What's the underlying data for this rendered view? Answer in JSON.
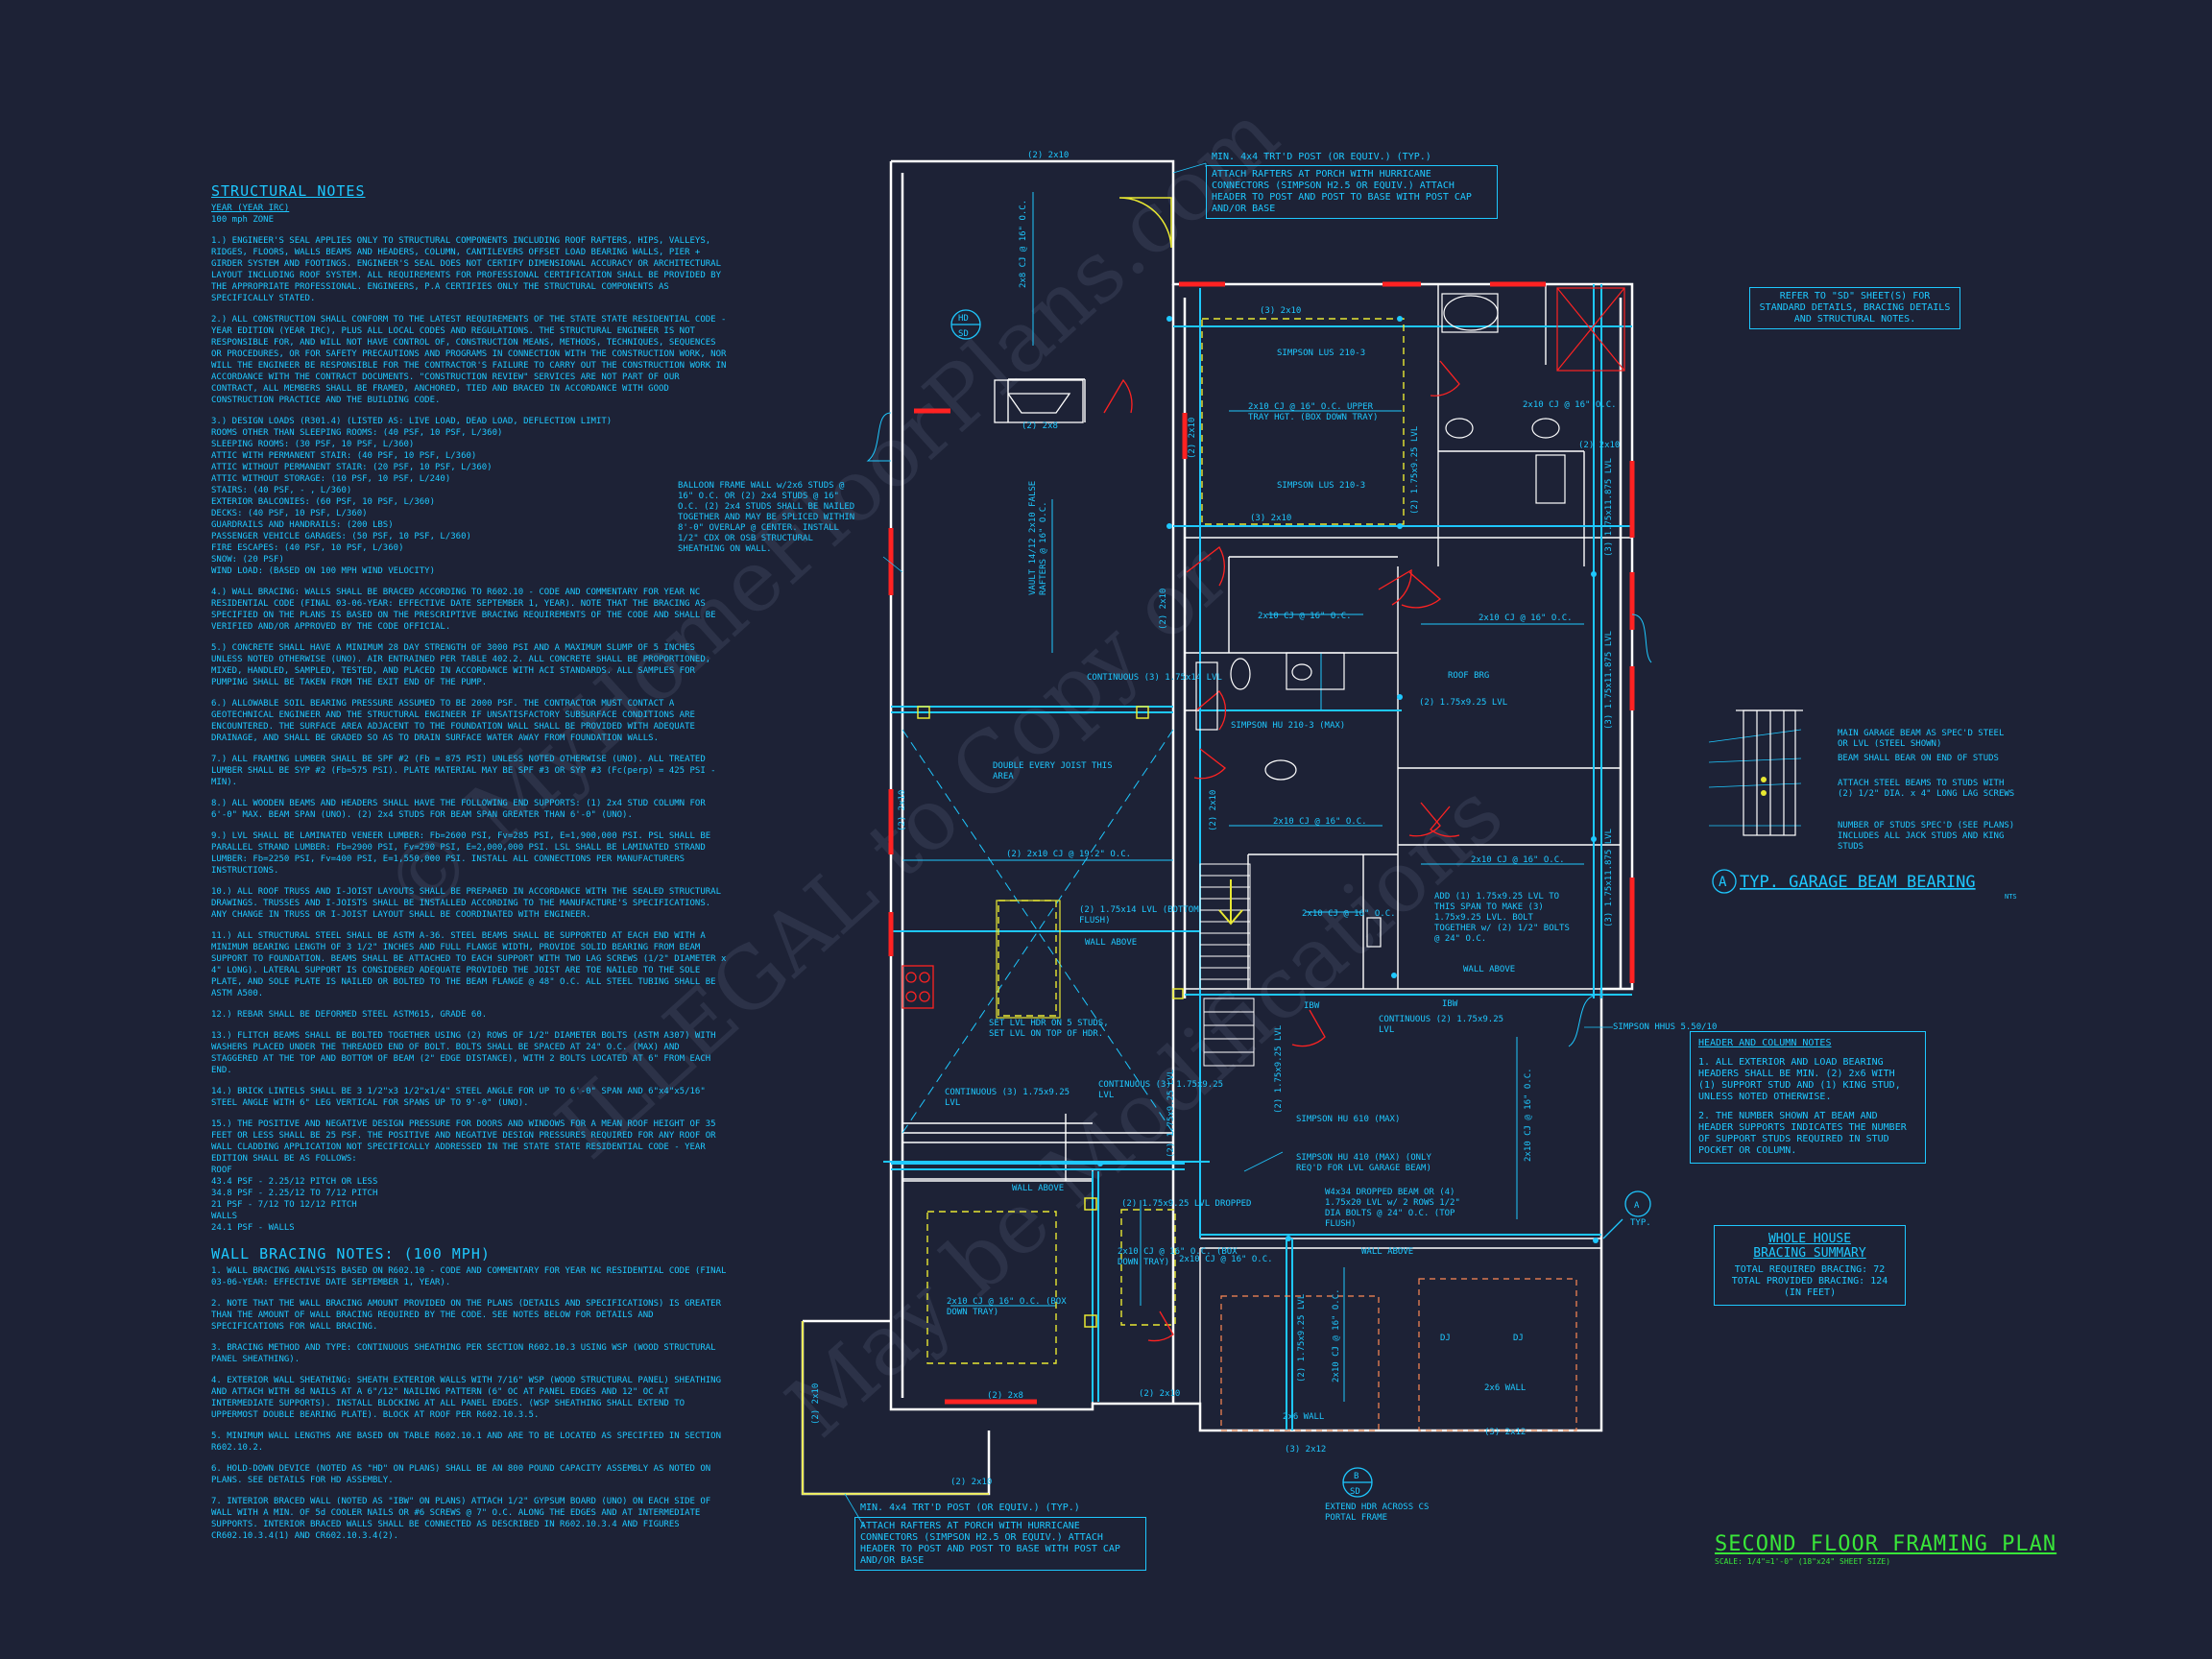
{
  "structural_notes": {
    "title": "STRUCTURAL NOTES",
    "sub1": "YEAR (YEAR IRC)",
    "sub2": "100 mph ZONE",
    "items": [
      "1.) ENGINEER'S SEAL APPLIES ONLY TO STRUCTURAL COMPONENTS INCLUDING ROOF RAFTERS, HIPS, VALLEYS, RIDGES, FLOORS, WALLS BEAMS AND HEADERS, COLUMN, CANTILEVERS OFFSET LOAD BEARING WALLS, PIER + GIRDER SYSTEM AND FOOTINGS. ENGINEER'S SEAL DOES NOT CERTIFY DIMENSIONAL ACCURACY OR ARCHITECTURAL LAYOUT INCLUDING ROOF SYSTEM. ALL REQUIREMENTS FOR PROFESSIONAL CERTIFICATION SHALL BE PROVIDED BY THE APPROPRIATE PROFESSIONAL. ENGINEERS, P.A CERTIFIES ONLY THE STRUCTURAL COMPONENTS AS SPECIFICALLY STATED.",
      "2.) ALL CONSTRUCTION SHALL CONFORM TO THE LATEST REQUIREMENTS OF THE STATE STATE RESIDENTIAL CODE - YEAR EDITION (YEAR IRC), PLUS ALL LOCAL CODES AND REGULATIONS. THE STRUCTURAL ENGINEER IS NOT RESPONSIBLE FOR, AND WILL NOT HAVE CONTROL OF, CONSTRUCTION MEANS, METHODS, TECHNIQUES, SEQUENCES OR PROCEDURES, OR FOR SAFETY PRECAUTIONS AND PROGRAMS IN CONNECTION WITH THE CONSTRUCTION WORK, NOR WILL THE ENGINEER BE RESPONSIBLE FOR THE CONTRACTOR'S FAILURE TO CARRY OUT THE CONSTRUCTION WORK IN ACCORDANCE WITH THE CONTRACT DOCUMENTS. \"CONSTRUCTION REVIEW\" SERVICES ARE NOT PART OF OUR CONTRACT, ALL MEMBERS SHALL BE FRAMED, ANCHORED, TIED AND BRACED IN ACCORDANCE WITH GOOD CONSTRUCTION PRACTICE AND THE BUILDING CODE.",
      "3.) DESIGN LOADS (R301.4) (LISTED AS: LIVE LOAD, DEAD LOAD, DEFLECTION LIMIT)",
      "4.) WALL BRACING: WALLS SHALL BE BRACED ACCORDING TO R602.10 - CODE AND COMMENTARY FOR YEAR NC RESIDENTIAL CODE (FINAL 03-06-YEAR: EFFECTIVE DATE SEPTEMBER 1, YEAR). NOTE THAT THE BRACING AS SPECIFIED ON THE PLANS IS BASED ON THE PRESCRIPTIVE BRACING REQUIREMENTS OF THE CODE AND SHALL BE VERIFIED AND/OR APPROVED BY THE CODE OFFICIAL.",
      "5.) CONCRETE SHALL HAVE A MINIMUM 28 DAY STRENGTH OF 3000 PSI AND A MAXIMUM SLUMP OF 5 INCHES UNLESS NOTED OTHERWISE (UNO). AIR ENTRAINED PER TABLE 402.2. ALL CONCRETE SHALL BE PROPORTIONED, MIXED, HANDLED, SAMPLED, TESTED, AND PLACED IN ACCORDANCE WITH ACI STANDARDS. ALL SAMPLES FOR PUMPING SHALL BE TAKEN FROM THE EXIT END OF THE PUMP.",
      "6.) ALLOWABLE SOIL BEARING PRESSURE ASSUMED TO BE 2000 PSF. THE CONTRACTOR MUST CONTACT A GEOTECHNICAL ENGINEER AND THE STRUCTURAL ENGINEER IF UNSATISFACTORY SUBSURFACE CONDITIONS ARE ENCOUNTERED. THE SURFACE AREA ADJACENT TO THE FOUNDATION WALL SHALL BE PROVIDED WITH ADEQUATE DRAINAGE, AND SHALL BE GRADED SO AS TO DRAIN SURFACE WATER AWAY FROM FOUNDATION WALLS.",
      "7.) ALL FRAMING LUMBER SHALL BE SPF #2 (Fb = 875 PSI) UNLESS NOTED OTHERWISE (UNO). ALL TREATED LUMBER SHALL BE SYP #2 (Fb=575 PSI). PLATE MATERIAL MAY BE SPF #3 OR SYP #3 (Fc(perp) = 425 PSI - MIN).",
      "8.) ALL WOODEN BEAMS AND HEADERS SHALL HAVE THE FOLLOWING END SUPPORTS: (1) 2x4 STUD COLUMN FOR 6'-0\" MAX. BEAM SPAN (UNO). (2) 2x4 STUDS FOR BEAM SPAN GREATER THAN 6'-0\" (UNO).",
      "9.) LVL SHALL BE LAMINATED VENEER LUMBER: Fb=2600 PSI, Fv=285 PSI, E=1,900,000 PSI. PSL SHALL BE PARALLEL STRAND LUMBER: Fb=2900 PSI, Fv=290 PSI, E=2,000,000 PSI. LSL SHALL BE LAMINATED STRAND LUMBER: Fb=2250 PSI, Fv=400 PSI, E=1,550,000 PSI. INSTALL ALL CONNECTIONS PER MANUFACTURERS INSTRUCTIONS.",
      "10.) ALL ROOF TRUSS AND I-JOIST LAYOUTS SHALL BE PREPARED IN ACCORDANCE WITH THE SEALED STRUCTURAL DRAWINGS. TRUSSES AND I-JOISTS SHALL BE INSTALLED ACCORDING TO THE MANUFACTURE'S SPECIFICATIONS. ANY CHANGE IN TRUSS OR I-JOIST LAYOUT SHALL BE COORDINATED WITH ENGINEER.",
      "11.) ALL STRUCTURAL STEEL SHALL BE ASTM A-36. STEEL BEAMS SHALL BE SUPPORTED AT EACH END WITH A MINIMUM BEARING LENGTH OF 3 1/2\" INCHES AND FULL FLANGE WIDTH, PROVIDE SOLID BEARING FROM BEAM SUPPORT TO FOUNDATION. BEAMS SHALL BE ATTACHED TO EACH SUPPORT WITH TWO LAG SCREWS (1/2\" DIAMETER x 4\" LONG). LATERAL SUPPORT IS CONSIDERED ADEQUATE PROVIDED THE JOIST ARE TOE NAILED TO THE SOLE PLATE, AND SOLE PLATE IS NAILED OR BOLTED TO THE BEAM FLANGE @ 48\" O.C. ALL STEEL TUBING SHALL BE ASTM A500.",
      "12.) REBAR SHALL BE DEFORMED STEEL ASTM615, GRADE 60.",
      "13.) FLITCH BEAMS SHALL BE BOLTED TOGETHER USING (2) ROWS OF 1/2\" DIAMETER BOLTS (ASTM A307) WITH WASHERS PLACED UNDER THE THREADED END OF BOLT. BOLTS SHALL BE SPACED AT 24\" O.C. (MAX) AND STAGGERED AT THE TOP AND BOTTOM OF BEAM (2\" EDGE DISTANCE), WITH 2 BOLTS LOCATED AT 6\" FROM EACH END.",
      "14.) BRICK LINTELS SHALL BE 3 1/2\"x3 1/2\"x1/4\" STEEL ANGLE FOR UP TO 6'-0\" SPAN AND 6\"x4\"x5/16\" STEEL ANGLE WITH 6\" LEG VERTICAL FOR SPANS UP TO 9'-0\" (UNO).",
      "15.) THE POSITIVE AND NEGATIVE DESIGN PRESSURE FOR DOORS AND WINDOWS FOR A MEAN ROOF HEIGHT OF 35 FEET OR LESS SHALL BE 25 PSF. THE POSITIVE AND NEGATIVE DESIGN PRESSURES REQUIRED FOR ANY ROOF OR WALL CLADDING APPLICATION NOT SPECIFICALLY ADDRESSED IN THE STATE STATE RESIDENTIAL CODE - YEAR EDITION SHALL BE AS FOLLOWS:"
    ],
    "loads": [
      "ROOMS OTHER THAN SLEEPING ROOMS: (40 PSF, 10 PSF, L/360)",
      "SLEEPING ROOMS: (30 PSF, 10 PSF, L/360)",
      "ATTIC WITH PERMANENT STAIR: (40 PSF, 10 PSF, L/360)",
      "ATTIC WITHOUT PERMANENT STAIR: (20 PSF, 10 PSF, L/360)",
      "ATTIC WITHOUT STORAGE: (10 PSF, 10 PSF, L/240)",
      "STAIRS: (40 PSF, - , L/360)",
      "EXTERIOR BALCONIES: (60 PSF, 10 PSF, L/360)",
      "DECKS: (40 PSF, 10 PSF, L/360)",
      "GUARDRAILS AND HANDRAILS: (200 LBS)",
      "PASSENGER VEHICLE GARAGES: (50 PSF, 10 PSF, L/360)",
      "FIRE ESCAPES: (40 PSF, 10 PSF, L/360)",
      "SNOW: (20 PSF)",
      "WIND LOAD: (BASED ON 100 MPH WIND VELOCITY)"
    ],
    "pressures": [
      "ROOF",
      "43.4 PSF - 2.25/12 PITCH OR LESS",
      "34.8 PSF - 2.25/12 TO 7/12 PITCH",
      "21 PSF - 7/12 TO 12/12 PITCH",
      "WALLS",
      "24.1 PSF - WALLS"
    ]
  },
  "wall_bracing_notes": {
    "title": "WALL BRACING NOTES: (100 MPH)",
    "items": [
      "1. WALL BRACING ANALYSIS BASED ON R602.10 - CODE AND COMMENTARY FOR YEAR NC RESIDENTIAL CODE (FINAL 03-06-YEAR: EFFECTIVE DATE SEPTEMBER 1, YEAR).",
      "2. NOTE THAT THE WALL BRACING AMOUNT PROVIDED ON THE PLANS (DETAILS AND SPECIFICATIONS) IS GREATER THAN THE AMOUNT OF WALL BRACING REQUIRED BY THE CODE. SEE NOTES BELOW FOR DETAILS AND SPECIFICATIONS FOR WALL BRACING.",
      "3. BRACING METHOD AND TYPE: CONTINUOUS SHEATHING PER SECTION R602.10.3 USING WSP (WOOD STRUCTURAL PANEL SHEATHING).",
      "4. EXTERIOR WALL SHEATHING: SHEATH EXTERIOR WALLS WITH 7/16\" WSP (WOOD STRUCTURAL PANEL) SHEATHING AND ATTACH WITH 8d NAILS AT A 6\"/12\" NAILING PATTERN (6\" OC AT PANEL EDGES AND 12\" OC AT INTERMEDIATE SUPPORTS). INSTALL BLOCKING AT ALL PANEL EDGES. (WSP SHEATHING SHALL EXTEND TO UPPERMOST DOUBLE BEARING PLATE). BLOCK AT ROOF PER R602.10.3.5.",
      "5. MINIMUM WALL LENGTHS ARE BASED ON TABLE R602.10.1 AND ARE TO BE LOCATED AS SPECIFIED IN SECTION R602.10.2.",
      "6. HOLD-DOWN DEVICE (NOTED AS \"HD\" ON PLANS) SHALL BE AN 800 POUND CAPACITY ASSEMBLY AS NOTED ON PLANS. SEE DETAILS FOR HD ASSEMBLY.",
      "7. INTERIOR BRACED WALL (NOTED AS \"IBW\" ON PLANS) ATTACH 1/2\" GYPSUM BOARD (UNO) ON EACH SIDE OF WALL WITH A MIN. OF 5d COOLER NAILS OR #6 SCREWS @ 7\" O.C. ALONG THE EDGES AND AT INTERMEDIATE SUPPORTS. INTERIOR BRACED WALLS SHALL BE CONNECTED AS DESCRIBED IN R602.10.3.4 AND FIGURES CR602.10.3.4(1) AND CR602.10.3.4(2)."
    ]
  },
  "callouts": {
    "post_top": "MIN. 4x4 TRT'D POST (OR EQUIV.) (TYP.)",
    "post_top_box": "ATTACH RAFTERS AT PORCH WITH HURRICANE CONNECTORS (SIMPSON H2.5 OR EQUIV.) ATTACH HEADER TO POST AND POST TO BASE WITH POST CAP AND/OR BASE",
    "post_bottom": "MIN. 4x4 TRT'D POST (OR EQUIV.) (TYP.)",
    "post_bottom_box": "ATTACH RAFTERS AT PORCH WITH HURRICANE CONNECTORS (SIMPSON H2.5 OR EQUIV.) ATTACH HEADER TO POST AND POST TO BASE WITH POST CAP AND/OR BASE",
    "refer_box": "REFER TO \"SD\" SHEET(S) FOR STANDARD DETAILS, BRACING DETAILS AND STRUCTURAL NOTES.",
    "balloon": "BALLOON FRAME WALL w/2x6 STUDS @ 16\" O.C. OR (2) 2x4 STUDS @ 16\" O.C. (2) 2x4 STUDS SHALL BE NAILED TOGETHER AND MAY BE SPLICED WITHIN 8'-0\" OVERLAP @ CENTER. INSTALL 1/2\" CDX OR OSB STRUCTURAL SHEATHING ON WALL."
  },
  "plan_labels": {
    "top_2x10": "(2) 2x10",
    "cj_2x8": "2x8 CJ @ 16\" O.C.",
    "hd": "HD",
    "sd": "SD",
    "vault": "VAULT 14/12 2x10 FALSE RAFTERS @ 16\" O.C.",
    "hdr_2x8": "(2) 2x8",
    "beam_3_2x10": "(3) 2x10",
    "simpson_lus_top": "SIMPSON LUS 210-3",
    "upper_tray": "2x10 CJ @ 16\" O.C. UPPER TRAY HGT. (BOX DOWN TRAY)",
    "simpson_lus_bot": "SIMPSON LUS 210-3",
    "beam_3_2x10_b": "(3) 2x10",
    "cj_2x10_a": "2x10 CJ @ 16\" O.C.",
    "cj_2x10_b": "2x10 CJ @ 16\" O.C.",
    "cj_2x10_c": "2x10 CJ @ 16\" O.C.",
    "roof_brg": "ROOF BRG",
    "lvl_2_175": "(2) 1.75x9.25 LVL",
    "continuous_a": "CONTINUOUS (3) 1.75x14 LVL",
    "simpson_hu": "SIMPSON HU 210-3 (MAX)",
    "double_joist": "DOUBLE EVERY JOIST THIS AREA",
    "cj_2x10_d": "(2) 2x10 CJ @ 19.2\" O.C.",
    "cj_2x10_e": "2x10 CJ @ 16\" O.C.",
    "cj_2x10_f": "2x10 CJ @ 16\" O.C.",
    "cj_2x10_g": "2x10 CJ @ 16\" O.C.",
    "lvl_bottom_flush": "(2) 1.75x14 LVL (BOTTOM FLUSH)",
    "wall_above_a": "WALL ABOVE",
    "add_lvl": "ADD (1) 1.75x9.25 LVL TO THIS SPAN TO MAKE (3) 1.75x9.25 LVL. BOLT TOGETHER w/ (2) 1/2\" BOLTS @ 24\" O.C.",
    "wall_above_b": "WALL ABOVE",
    "continuous_b": "CONTINUOUS (2) 1.75x9.25 LVL",
    "set_lvl": "SET LVL HDR ON 5 STUDS, SET LVL ON TOP OF HDR.",
    "continuous_c": "CONTINUOUS (3) 1.75x9.25 LVL",
    "continuous_d": "CONTINUOUS (3) 1.75x9.25 LVL",
    "simpson_hhus": "SIMPSON HHUS 5.50/10",
    "simpson_hu610": "SIMPSON HU 610 (MAX)",
    "simpson_hu410": "SIMPSON HU 410 (MAX) (ONLY REQ'D FOR LVL GARAGE BEAM)",
    "w4x34": "W4x34 DROPPED BEAM OR (4) 1.75x20 LVL w/ 2 ROWS 1/2\" DIA BOLTS @ 24\" O.C. (TOP FLUSH)",
    "wall_above_c": "WALL ABOVE",
    "wall_above_d": "WALL ABOVE",
    "dropped": "(2) 1.75x9.25 LVL DROPPED",
    "box_down": "2x10 CJ @ 16\" O.C. (BOX DOWN TRAY)",
    "box_down_b": "2x10 CJ @ 16\" O.C. (BOX DOWN TRAY)",
    "cj_2x10_garage": "2x10 CJ @ 16\" O.C.",
    "lvl_garage_a": "(2) 1.75x9.25 LVL",
    "lvl_garage_b": "(2) 1.75x9.25 LVL",
    "dj_a": "DJ",
    "dj_b": "DJ",
    "wall_2x6_a": "2x6 WALL",
    "wall_2x6_b": "2x6 WALL",
    "bot_3_2x12_a": "(3) 2x12",
    "bot_3_2x12_b": "(3) 2x12",
    "bot_2x8": "(2) 2x8",
    "bot_2x10_a": "(2) 2x10",
    "bot_2x10_b": "(2) 2x10",
    "bot_2x10_c": "(2) 2x10",
    "extend_hdr": "EXTEND HDR ACROSS CS PORTAL FRAME",
    "b": "B",
    "sd_b": "SD",
    "ibw_a": "IBW",
    "ibw_b": "IBW",
    "a_typ": "A",
    "typ": "TYP.",
    "lvl_right_a": "(3) 1.75x11.875 LVL",
    "lvl_right_b": "(3) 1.75x11.875 LVL",
    "lvl_right_c": "(3) 1.75x11.875 LVL",
    "lvl_left_a": "(2) 2x10",
    "lvl_left_b": "(2) 2x10",
    "lvl_left_c": "(2) 2x10",
    "lvl_left_d": "(2) 2x10",
    "lvl_mid": "(2) 1.75x9.25 LVL",
    "lvl_mid_b": "(2) 1.75x9.25 LVL",
    "lvl_2x10_top_right": "(2) 2x10",
    "cj_2x10_right": "2x10 CJ @ 16\" O.C.",
    "cj_2x10_garage_r": "2x10 CJ @ 16\" O.C."
  },
  "garage_beam_detail": {
    "notes": [
      "MAIN GARAGE BEAM AS SPEC'D STEEL OR LVL (STEEL SHOWN)",
      "BEAM SHALL BEAR ON END OF STUDS",
      "ATTACH STEEL BEAMS TO STUDS WITH (2) 1/2\" DIA. x 4\" LONG LAG SCREWS",
      "NUMBER OF STUDS SPEC'D (SEE PLANS) INCLUDES ALL JACK STUDS AND KING STUDS"
    ],
    "marker": "A",
    "title": "TYP. GARAGE BEAM BEARING",
    "nts": "NTS"
  },
  "header_column_notes": {
    "title": "HEADER AND COLUMN NOTES",
    "items": [
      "1. ALL EXTERIOR AND LOAD BEARING HEADERS SHALL BE MIN. (2) 2x6 WITH (1) SUPPORT STUD AND (1) KING STUD, UNLESS NOTED OTHERWISE.",
      "2. THE NUMBER SHOWN AT BEAM AND HEADER SUPPORTS INDICATES THE NUMBER OF SUPPORT STUDS REQUIRED IN STUD POCKET OR COLUMN."
    ]
  },
  "bracing_summary": {
    "title_line1": "WHOLE HOUSE",
    "title_line2": "BRACING SUMMARY",
    "required": "TOTAL REQUIRED BRACING: 72",
    "provided": "TOTAL PROVIDED BRACING: 124",
    "unit": "(IN FEET)"
  },
  "sheet_title": {
    "title": "SECOND FLOOR FRAMING PLAN",
    "scale": "SCALE: 1/4\"=1'-0\" (18\"x24\" SHEET SIZE)"
  },
  "watermark": {
    "line1": "© MyHomeFloorPlans.com",
    "line2": "ILLEGAL to Copy or",
    "line3": "May be Modifications"
  },
  "colors": {
    "background": "#1d2236",
    "cyan": "#1ec8ff",
    "wall": "#ffffff",
    "red": "#ff2222",
    "yellow": "#e8e832",
    "green": "#39e639"
  }
}
